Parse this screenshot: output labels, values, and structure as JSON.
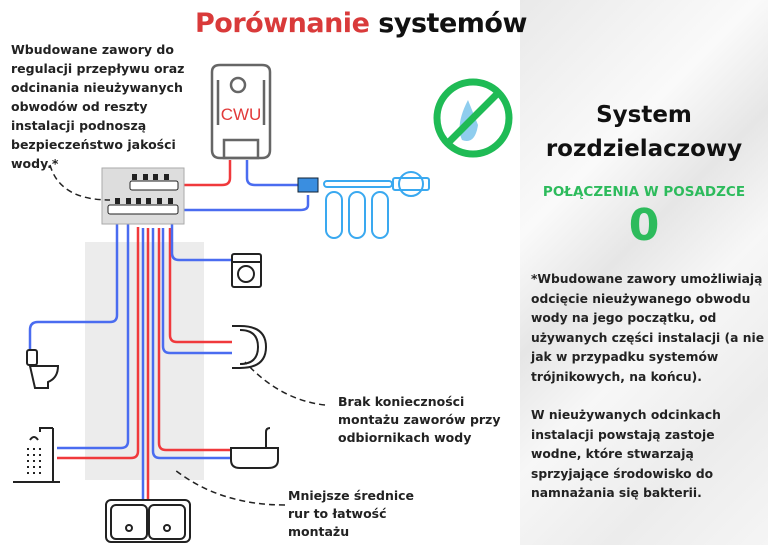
{
  "title": {
    "part1": "Porównanie",
    "part2": "systemów"
  },
  "left_note": "Wbudowane zawory do regulacji przepływu oraz odcinania nieużywanych obwodów od reszty instalacji podnoszą bezpieczeństwo jakości wody.*",
  "boiler_label": "CWU",
  "annotations": {
    "no_valves": "Brak konieczności montażu zaworów przy odbiornikach wody",
    "small_pipes": "Mniejsze średnice rur to łatwość montażu"
  },
  "panel": {
    "title": "System rozdzielaczowy",
    "subtitle": "POŁĄCZENIA W POSADZCE",
    "count": "0",
    "paragraph1": "*Wbudowane zawory umożliwiają odcięcie nieużywanego obwodu wody na jego początku, od używanych części instalacji (a nie jak w przypadku systemów trójnikowych, na końcu).",
    "paragraph2": "W nieużywanych odcinkach instalacji powstają zastoje wodne, które stwarzają sprzyjające środowisko do namnażania się bakterii."
  },
  "colors": {
    "hot": "#f0393c",
    "cold": "#4a6cf0",
    "accent_green": "#2dbb5c",
    "title_red": "#d93a3a",
    "filter_blue": "#3aa9f0"
  }
}
